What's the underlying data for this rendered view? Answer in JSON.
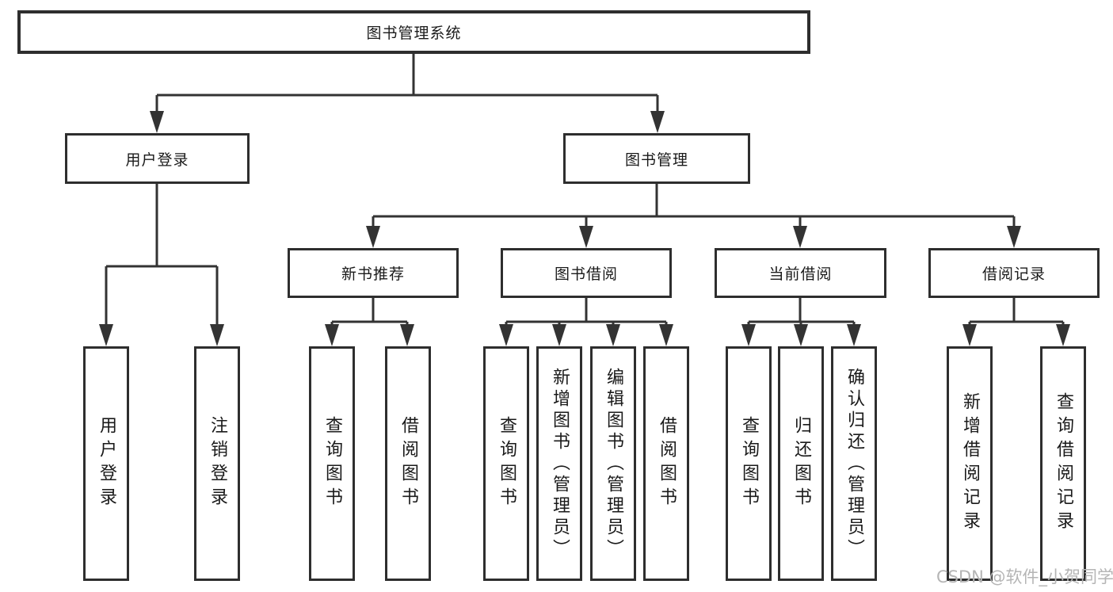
{
  "diagram": {
    "root": "图书管理系统",
    "level1": {
      "user_login": "用户登录",
      "book_management": "图书管理"
    },
    "level2": {
      "new_book_recommend": "新书推荐",
      "book_borrow": "图书借阅",
      "current_borrow": "当前借阅",
      "borrow_records": "借阅记录"
    },
    "leaves": {
      "user_login": [
        "用户登录",
        "注销登录"
      ],
      "new_book_recommend": [
        "查询图书",
        "借阅图书"
      ],
      "book_borrow": [
        "查询图书",
        "新增图书（管理员）",
        "编辑图书（管理员）",
        "借阅图书"
      ],
      "current_borrow": [
        "查询图书",
        "归还图书",
        "确认归还（管理员）"
      ],
      "borrow_records": [
        "新增借阅记录",
        "查询借阅记录"
      ]
    }
  },
  "watermark": "CSDN @软件_小贺同学",
  "colors": {
    "line": "#333333",
    "box_border": "#2e2e2e",
    "text": "#1a1a1a",
    "watermark": "#b5b5b5",
    "background": "#ffffff"
  }
}
